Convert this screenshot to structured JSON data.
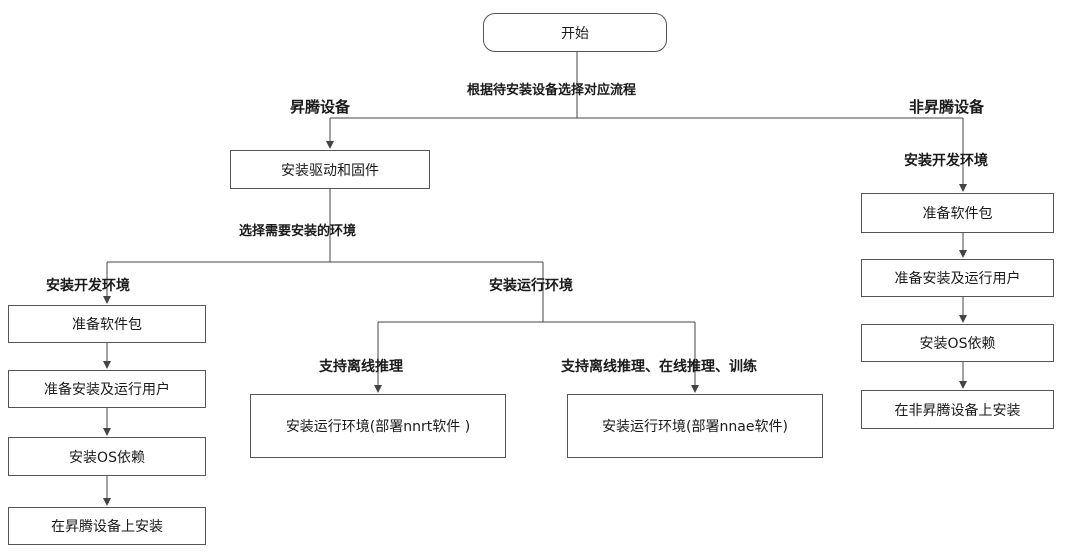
{
  "start": "开始",
  "choose_flow": "根据待安装设备选择对应流程",
  "ascend": {
    "label": "昇腾设备",
    "install_driver": "安装驱动和固件",
    "choose_env": "选择需要安装的环境",
    "dev_env": {
      "label": "安装开发环境",
      "steps": [
        "准备软件包",
        "准备安装及运行用户",
        "安装OS依赖",
        "在昇腾设备上安装"
      ]
    },
    "run_env": {
      "label": "安装运行环境",
      "offline": {
        "label": "支持离线推理",
        "box": "安装运行环境(部署nnrt软件 )"
      },
      "full": {
        "label": "支持离线推理、在线推理、训练",
        "box": "安装运行环境(部署nnae软件)"
      }
    }
  },
  "non_ascend": {
    "label": "非昇腾设备",
    "dev_env_label": "安装开发环境",
    "steps": [
      "准备软件包",
      "准备安装及运行用户",
      "安装OS依赖",
      "在非昇腾设备上安装"
    ]
  }
}
